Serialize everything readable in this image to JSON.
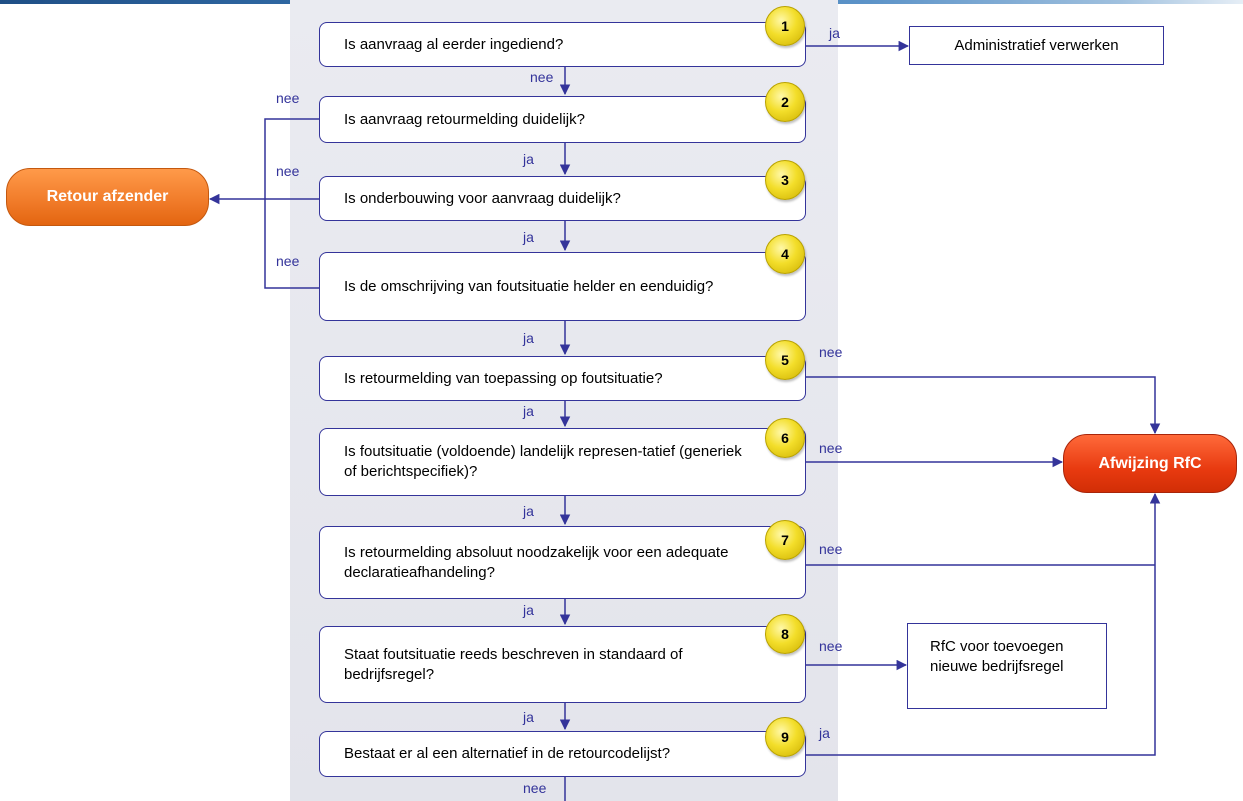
{
  "questions": [
    {
      "num": "1",
      "text": "Is aanvraag al eerder ingediend?"
    },
    {
      "num": "2",
      "text": "Is aanvraag retourmelding duidelijk?"
    },
    {
      "num": "3",
      "text": "Is onderbouwing voor aanvraag duidelijk?"
    },
    {
      "num": "4",
      "text": "Is de omschrijving van foutsituatie helder en eenduidig?"
    },
    {
      "num": "5",
      "text": "Is retourmelding van toepassing op foutsituatie?"
    },
    {
      "num": "6",
      "text": "Is foutsituatie (voldoende) landelijk represen-tatief (generiek of berichtspecifiek)?"
    },
    {
      "num": "7",
      "text": "Is retourmelding absoluut noodzakelijk voor een adequate declaratieafhandeling?"
    },
    {
      "num": "8",
      "text": "Staat foutsituatie reeds beschreven in standaard of bedrijfsregel?"
    },
    {
      "num": "9",
      "text": "Bestaat er al een alternatief in de retourcodelijst?"
    }
  ],
  "flow_labels": {
    "ja": "ja",
    "nee": "nee"
  },
  "outcomes": {
    "administratief": "Administratief verwerken",
    "retour": "Retour afzender",
    "afwijzing": "Afwijzing RfC",
    "rfc_nieuw": "RfC voor toevoegen nieuwe bedrijfsregel"
  },
  "colors": {
    "line": "#34349a",
    "retour": "#f07a28",
    "afwijzing": "#e83a10",
    "badge": "#f3de2a"
  }
}
